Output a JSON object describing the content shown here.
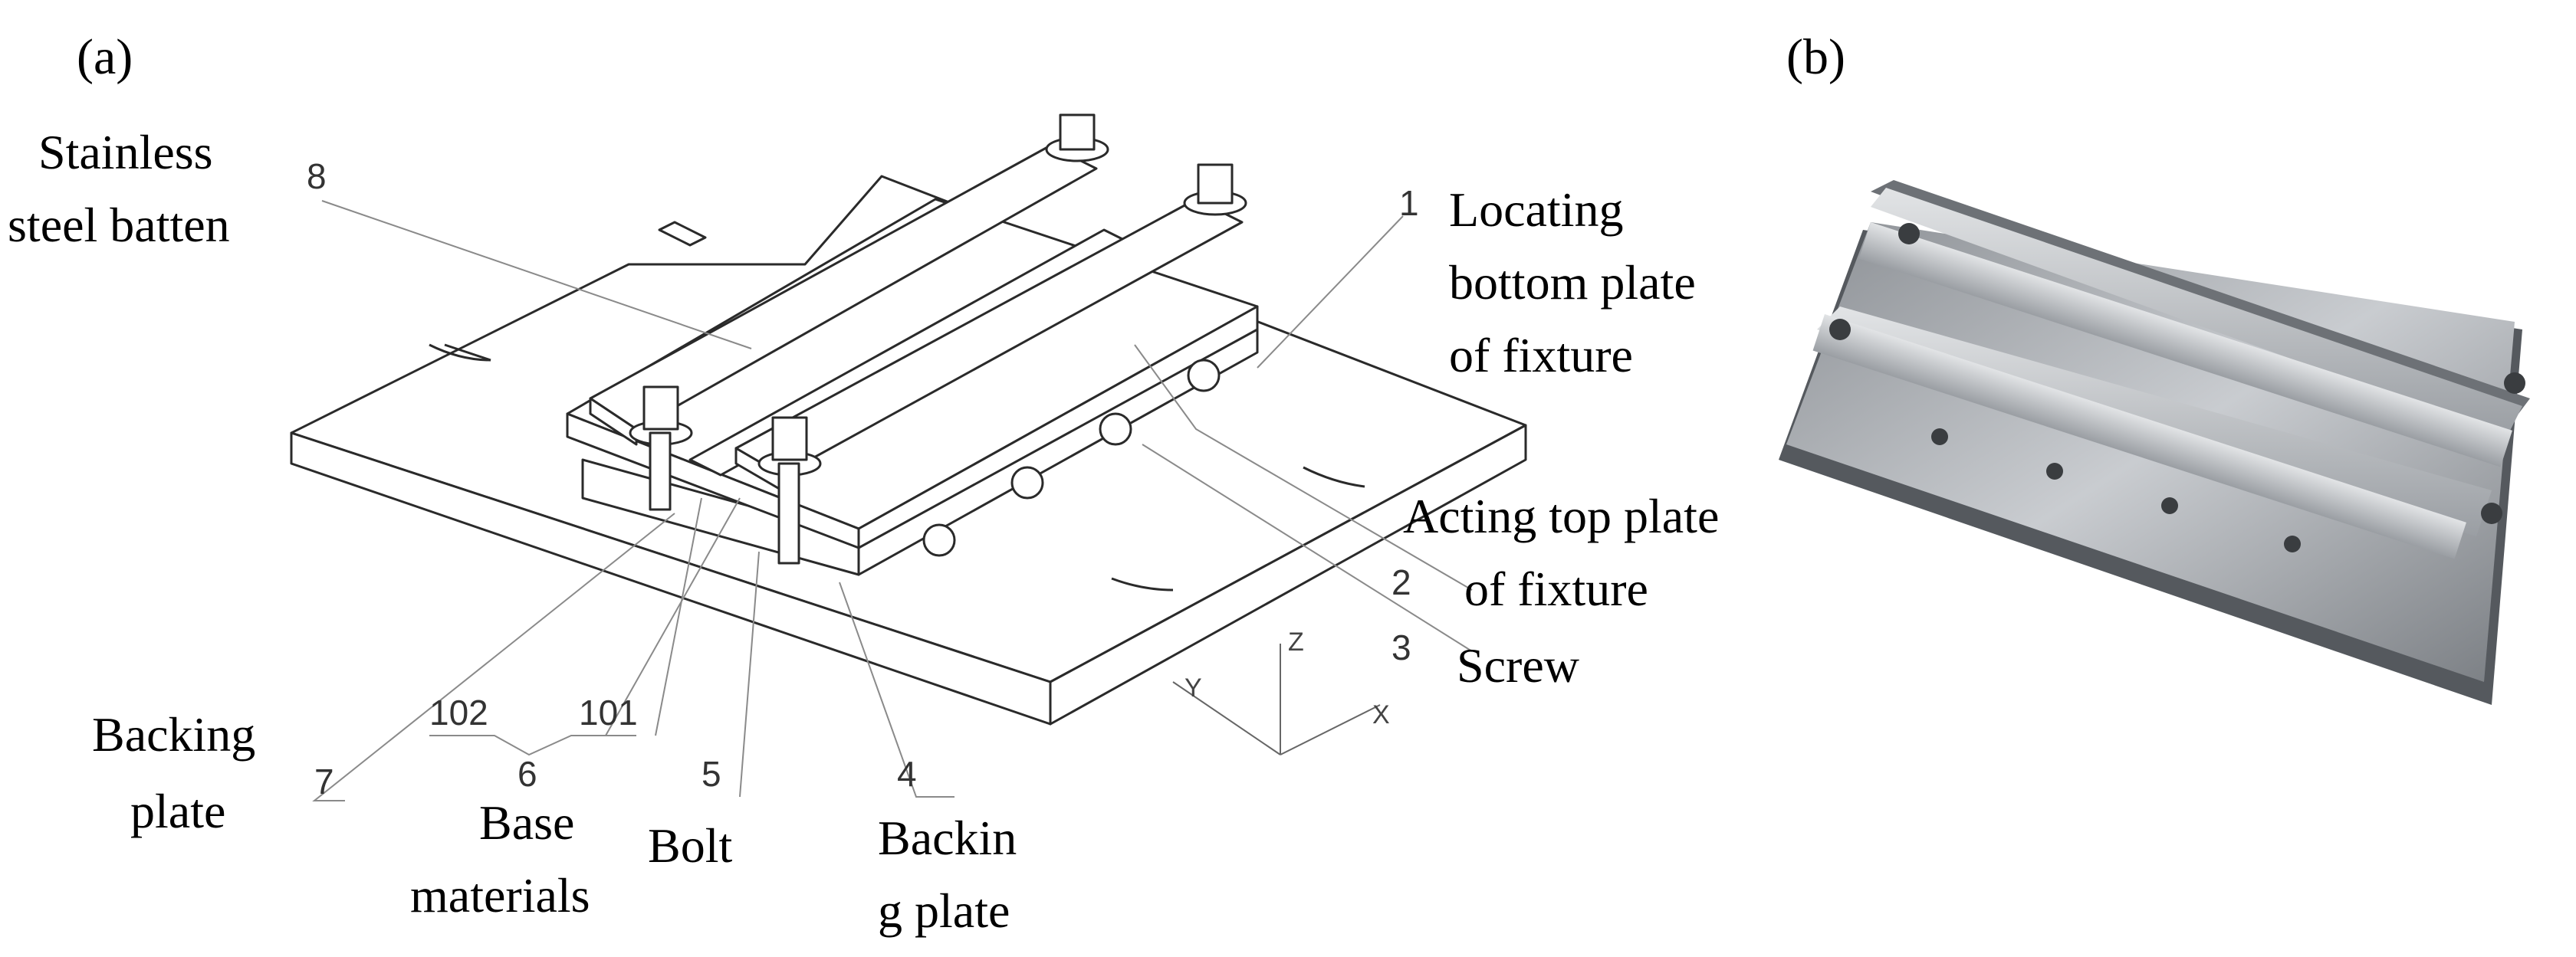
{
  "panels": {
    "a": "(a)",
    "b": "(b)"
  },
  "labels": {
    "stainless_1": "Stainless",
    "stainless_2": "steel batten",
    "locating_1": "Locating",
    "locating_2": "bottom plate",
    "locating_3": "of fixture",
    "acting_1": "Acting top plate",
    "acting_2": "of fixture",
    "screw": "Screw",
    "backing7_1": "Backing",
    "backing7_2": "plate",
    "base_1": "Base",
    "base_2": "materials",
    "bolt": "Bolt",
    "backing4_1": "Backin",
    "backing4_2": "g plate"
  },
  "numbers": {
    "n8": "8",
    "n1": "1",
    "n2": "2",
    "n3": "3",
    "n4": "4",
    "n5": "5",
    "n6": "6",
    "n7": "7",
    "n101": "101",
    "n102": "102"
  },
  "axes": {
    "x": "X",
    "y": "Y",
    "z": "Z"
  },
  "colors": {
    "line": "#2a2a2a",
    "leader": "#8a8a8a",
    "metal_light": "#c9ccd0",
    "metal_dark": "#55595e"
  }
}
